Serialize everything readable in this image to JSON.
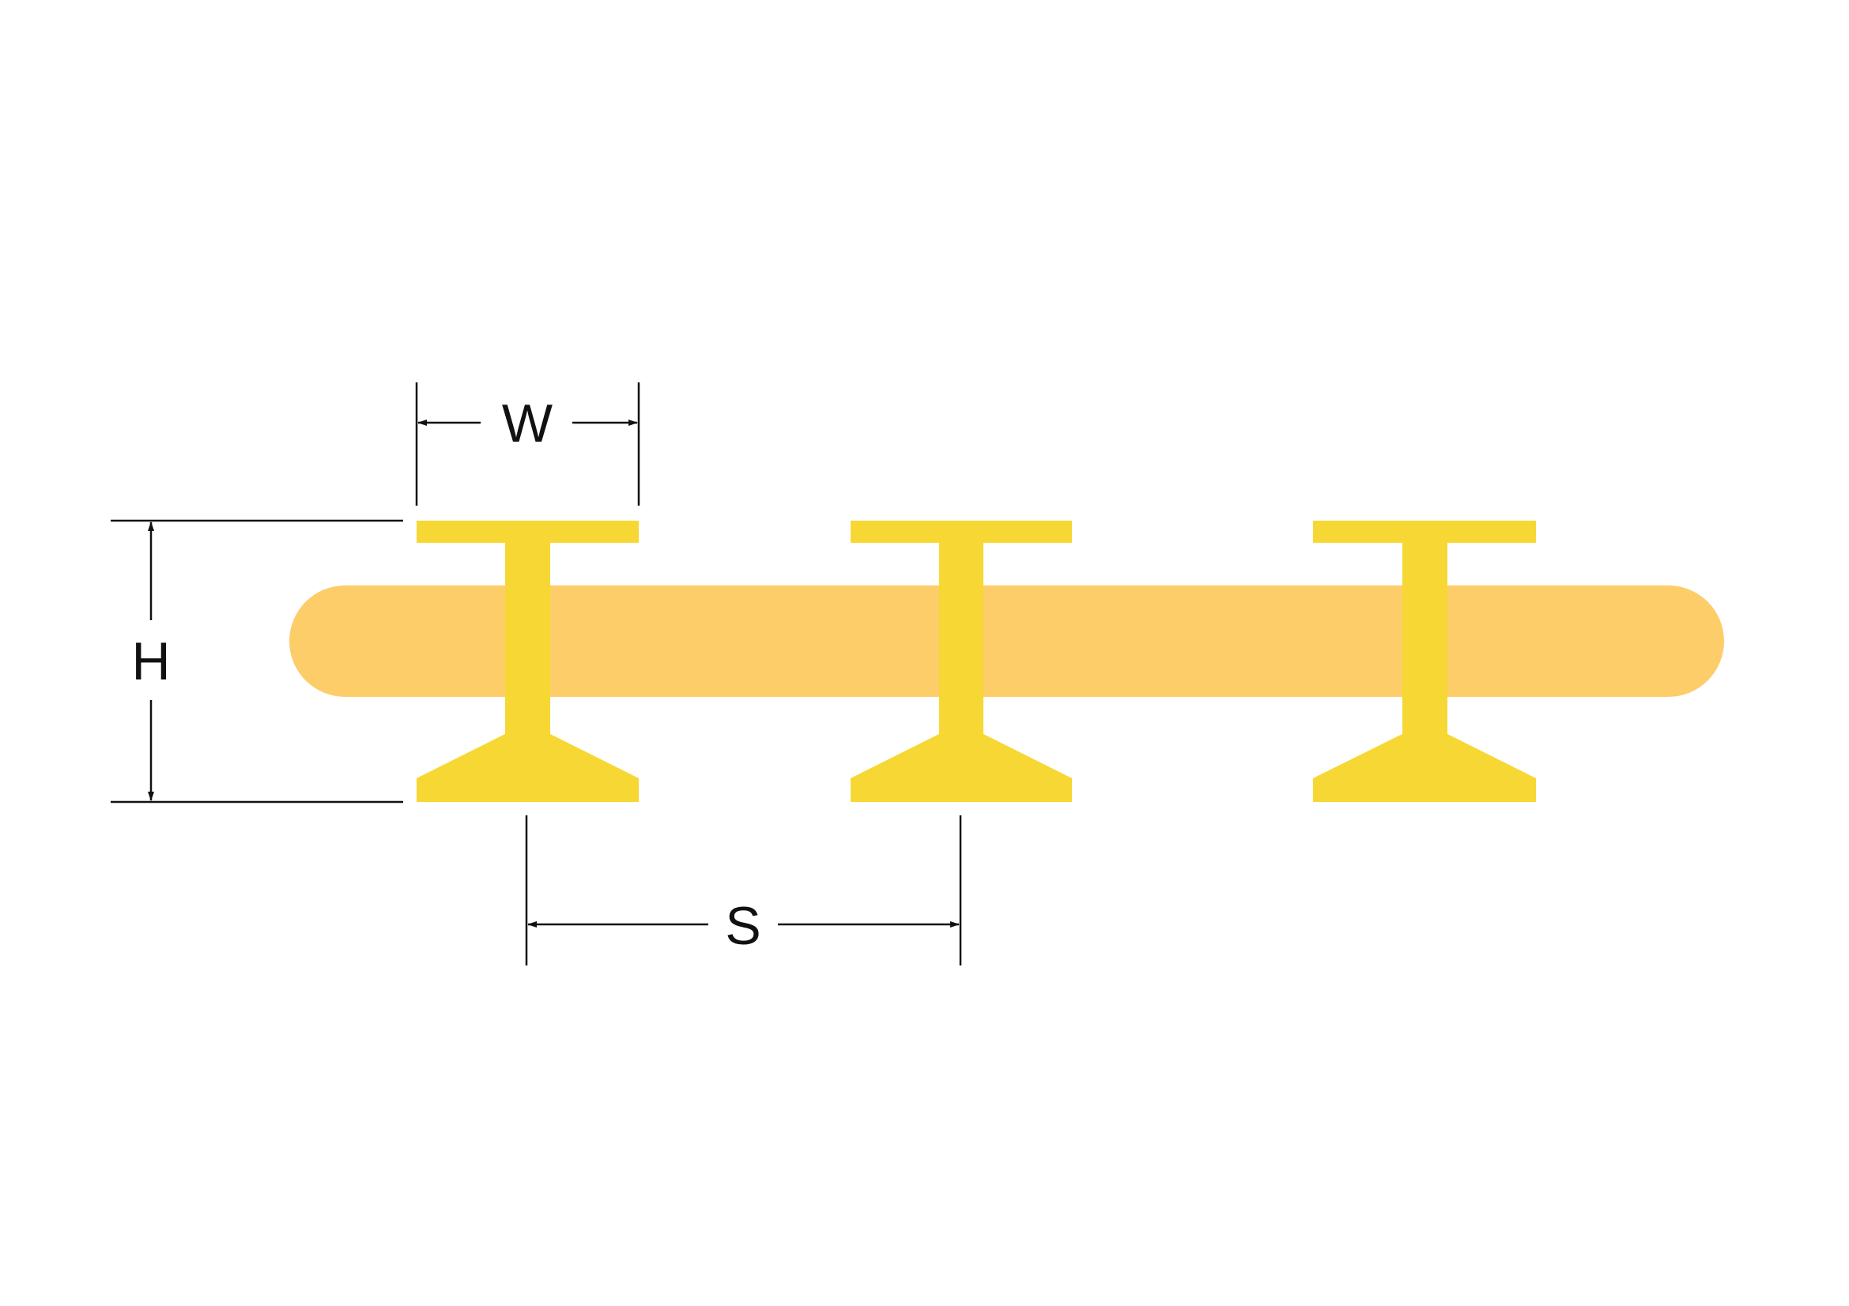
{
  "labels": {
    "width": "W",
    "height": "H",
    "spacing": "S"
  },
  "colors": {
    "background": "#ffffff",
    "bar": "#FDCD69",
    "bar_stroke": "#F7C84A",
    "profile": "#F7D733",
    "dimension_line": "#111111"
  },
  "profiles": {
    "count": 3
  }
}
